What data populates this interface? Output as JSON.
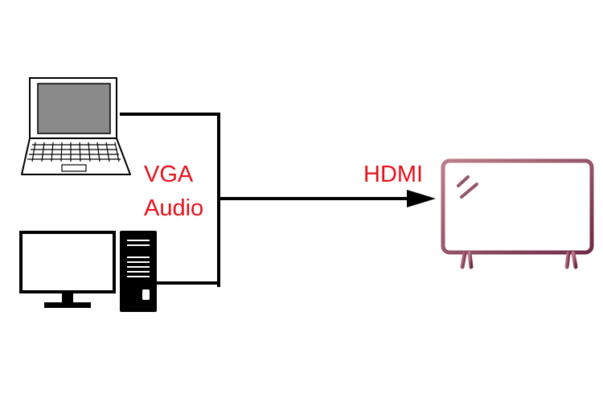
{
  "labels": {
    "input_signal": "VGA",
    "input_audio": "Audio",
    "output_signal": "HDMI"
  },
  "colors": {
    "label": "#e8101a",
    "line": "#000000",
    "tv_gradient_start": "#bc7e8a",
    "tv_gradient_end": "#6e2a46",
    "laptop_screen": "#8a8a8a"
  },
  "icons": [
    "laptop-icon",
    "desktop-monitor-icon",
    "pc-tower-icon",
    "tv-icon"
  ]
}
